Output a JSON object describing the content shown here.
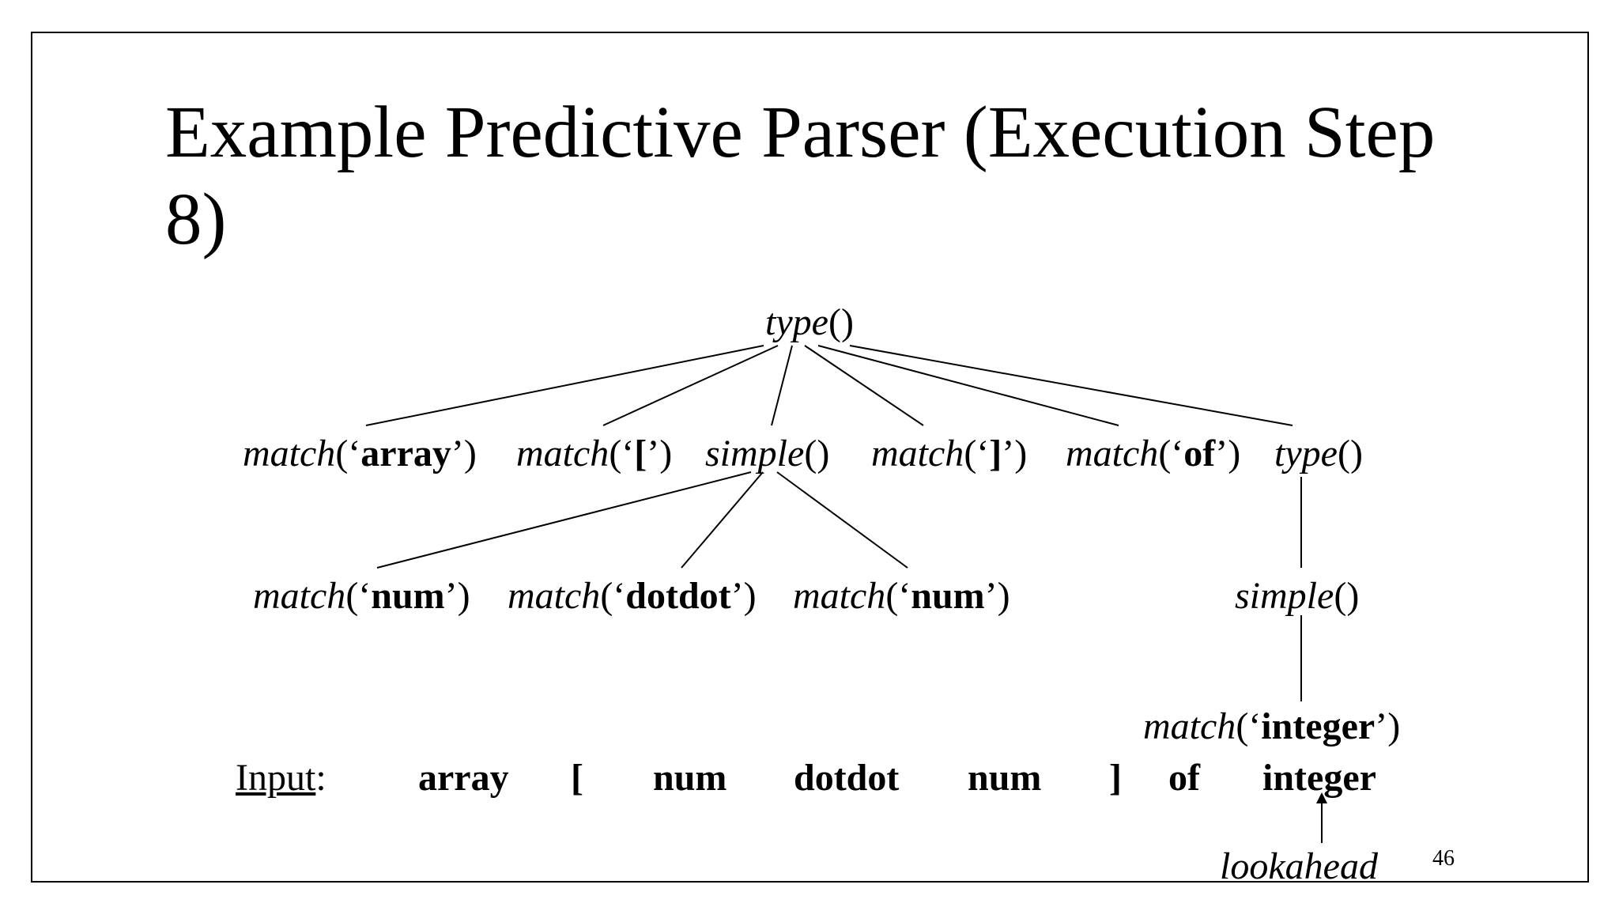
{
  "slide": {
    "title_line1": "Example Predictive Parser (Execution Step",
    "title_line2": "8)",
    "page_number": "46"
  },
  "tree": {
    "root": {
      "fn": "type",
      "args": "()"
    },
    "match_array": {
      "fn": "match",
      "open": "(‘",
      "arg": "array",
      "close": "’)"
    },
    "match_lbracket": {
      "fn": "match",
      "open": "(‘",
      "arg": "[",
      "close": "’)"
    },
    "simple_1": {
      "fn": "simple",
      "args": "()"
    },
    "match_rbracket": {
      "fn": "match",
      "open": "(‘",
      "arg": "]",
      "close": "’)"
    },
    "match_of": {
      "fn": "match",
      "open": "(‘",
      "arg": "of",
      "close": "’)"
    },
    "type_2": {
      "fn": "type",
      "args": "()"
    },
    "match_num_1": {
      "fn": "match",
      "open": "(‘",
      "arg": "num",
      "close": "’)"
    },
    "match_dotdot": {
      "fn": "match",
      "open": "(‘",
      "arg": "dotdot",
      "close": "’)"
    },
    "match_num_2": {
      "fn": "match",
      "open": "(‘",
      "arg": "num",
      "close": "’)"
    },
    "simple_2": {
      "fn": "simple",
      "args": "()"
    },
    "match_integer": {
      "fn": "match",
      "open": "(‘",
      "arg": "integer",
      "close": "’)"
    }
  },
  "input": {
    "label": "Input",
    "colon": ":",
    "tokens": [
      "array",
      "[",
      "num",
      "dotdot",
      "num",
      "]",
      "of",
      "integer"
    ]
  },
  "lookahead": {
    "label": "lookahead"
  }
}
